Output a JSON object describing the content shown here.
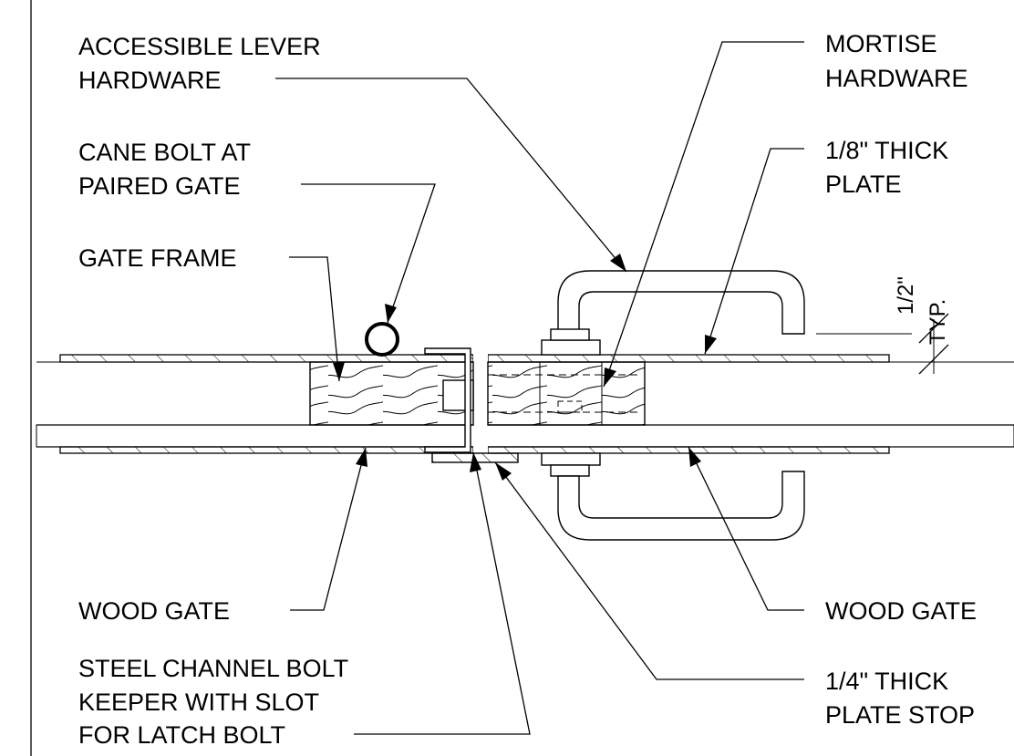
{
  "labels": {
    "accessible_lever_1": "ACCESSIBLE LEVER",
    "accessible_lever_2": "HARDWARE",
    "cane_bolt_1": "CANE BOLT AT",
    "cane_bolt_2": "PAIRED GATE",
    "gate_frame": "GATE FRAME",
    "wood_gate_left": "WOOD GATE",
    "steel_channel_1": "STEEL CHANNEL BOLT",
    "steel_channel_2": "KEEPER WITH SLOT",
    "steel_channel_3": "FOR LATCH BOLT",
    "mortise_1": "MORTISE",
    "mortise_2": "HARDWARE",
    "thick_plate_1": "1/8\" THICK",
    "thick_plate_2": "PLATE",
    "wood_gate_right": "WOOD GATE",
    "plate_stop_1": "1/4\" THICK",
    "plate_stop_2": "PLATE STOP"
  },
  "dimension": {
    "value": "1/2\"",
    "note": "TYP."
  }
}
